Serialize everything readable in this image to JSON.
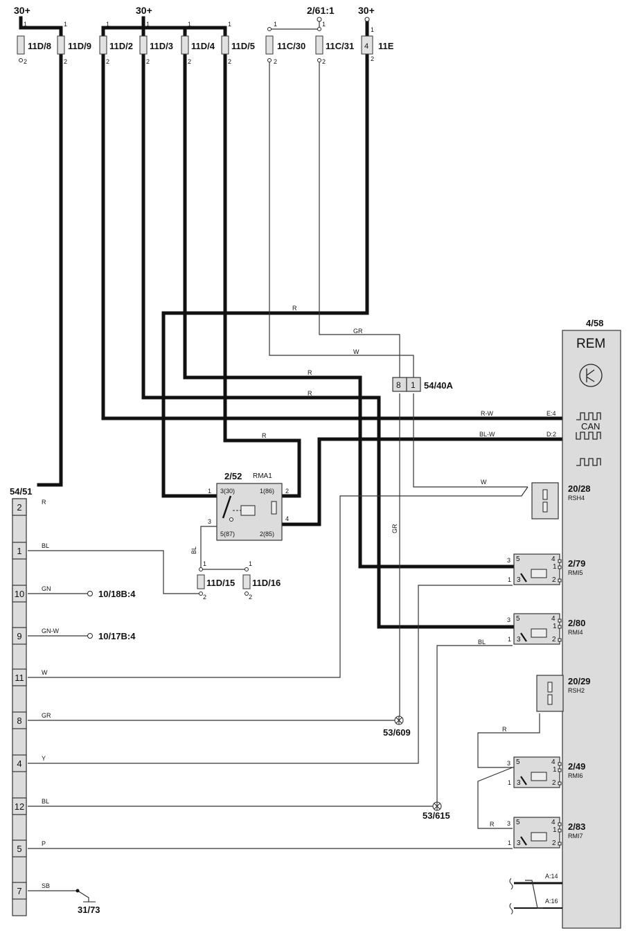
{
  "diagram": {
    "supply_labels": [
      "30+",
      "30+",
      "2/61:1",
      "30+"
    ],
    "fuses": [
      {
        "id": "11D/8",
        "pin_top": "1",
        "pin_bottom": "2"
      },
      {
        "id": "11D/9",
        "pin_top": "1",
        "pin_bottom": "2"
      },
      {
        "id": "11D/2",
        "pin_top": "1",
        "pin_bottom": "2"
      },
      {
        "id": "11D/3",
        "pin_top": "1",
        "pin_bottom": "2"
      },
      {
        "id": "11D/4",
        "pin_top": "1",
        "pin_bottom": "2"
      },
      {
        "id": "11D/5",
        "pin_top": "1",
        "pin_bottom": "2"
      },
      {
        "id": "11C/30",
        "pin_top": "1",
        "pin_bottom": "2"
      },
      {
        "id": "11C/31",
        "pin_top": "1",
        "pin_bottom": "2"
      },
      {
        "id": "11E",
        "pin_top": "1",
        "pin_bottom": "2",
        "inner": "4"
      },
      {
        "id": "11D/15",
        "pin_top": "1",
        "pin_bottom": "2"
      },
      {
        "id": "11D/16",
        "pin_top": "1",
        "pin_bottom": "2"
      }
    ],
    "connector_54_40A": {
      "id": "54/40A",
      "pins": [
        "8",
        "1"
      ]
    },
    "module": {
      "id": "4/58",
      "name": "REM",
      "bus_label": "CAN",
      "inputs": [
        {
          "pin": "E:4",
          "wire": "R-W"
        },
        {
          "pin": "D:2",
          "wire": "BL-W"
        }
      ],
      "bottom_pins": [
        "A:14",
        "A:16"
      ]
    },
    "relay_main": {
      "id": "2/52",
      "name": "RMA1",
      "terminals": [
        "3(30)",
        "1(86)",
        "5(87)",
        "2(85)"
      ],
      "pins": [
        "1",
        "2",
        "3",
        "4"
      ]
    },
    "connector_54_51": {
      "id": "54/51",
      "pins": [
        {
          "pin": "2",
          "wire": "R"
        },
        {
          "pin": "1",
          "wire": "BL"
        },
        {
          "pin": "10",
          "wire": "GN",
          "dest": "10/18B:4"
        },
        {
          "pin": "9",
          "wire": "GN-W",
          "dest": "10/17B:4"
        },
        {
          "pin": "11",
          "wire": "W"
        },
        {
          "pin": "8",
          "wire": "GR"
        },
        {
          "pin": "4",
          "wire": "Y"
        },
        {
          "pin": "12",
          "wire": "BL"
        },
        {
          "pin": "5",
          "wire": "P"
        },
        {
          "pin": "7",
          "wire": "SB"
        }
      ]
    },
    "ground": "31/73",
    "splices": [
      "53/609",
      "53/615"
    ],
    "sub_relays": [
      {
        "id": "2/79",
        "name": "RMI5"
      },
      {
        "id": "2/80",
        "name": "RMI4"
      },
      {
        "id": "2/49",
        "name": "RMI6"
      },
      {
        "id": "2/83",
        "name": "RMI7"
      }
    ],
    "sensors": [
      {
        "id": "20/28",
        "name": "RSH4"
      },
      {
        "id": "20/29",
        "name": "RSH2"
      }
    ],
    "wire_labels": {
      "r": "R",
      "gr": "GR",
      "w": "W",
      "bl": "BL",
      "rw": "R-W",
      "blw": "BL-W"
    },
    "relay_pin_numbers": {
      "p1": "1",
      "p2": "2",
      "p3": "3",
      "p4": "4",
      "p5": "5"
    }
  }
}
